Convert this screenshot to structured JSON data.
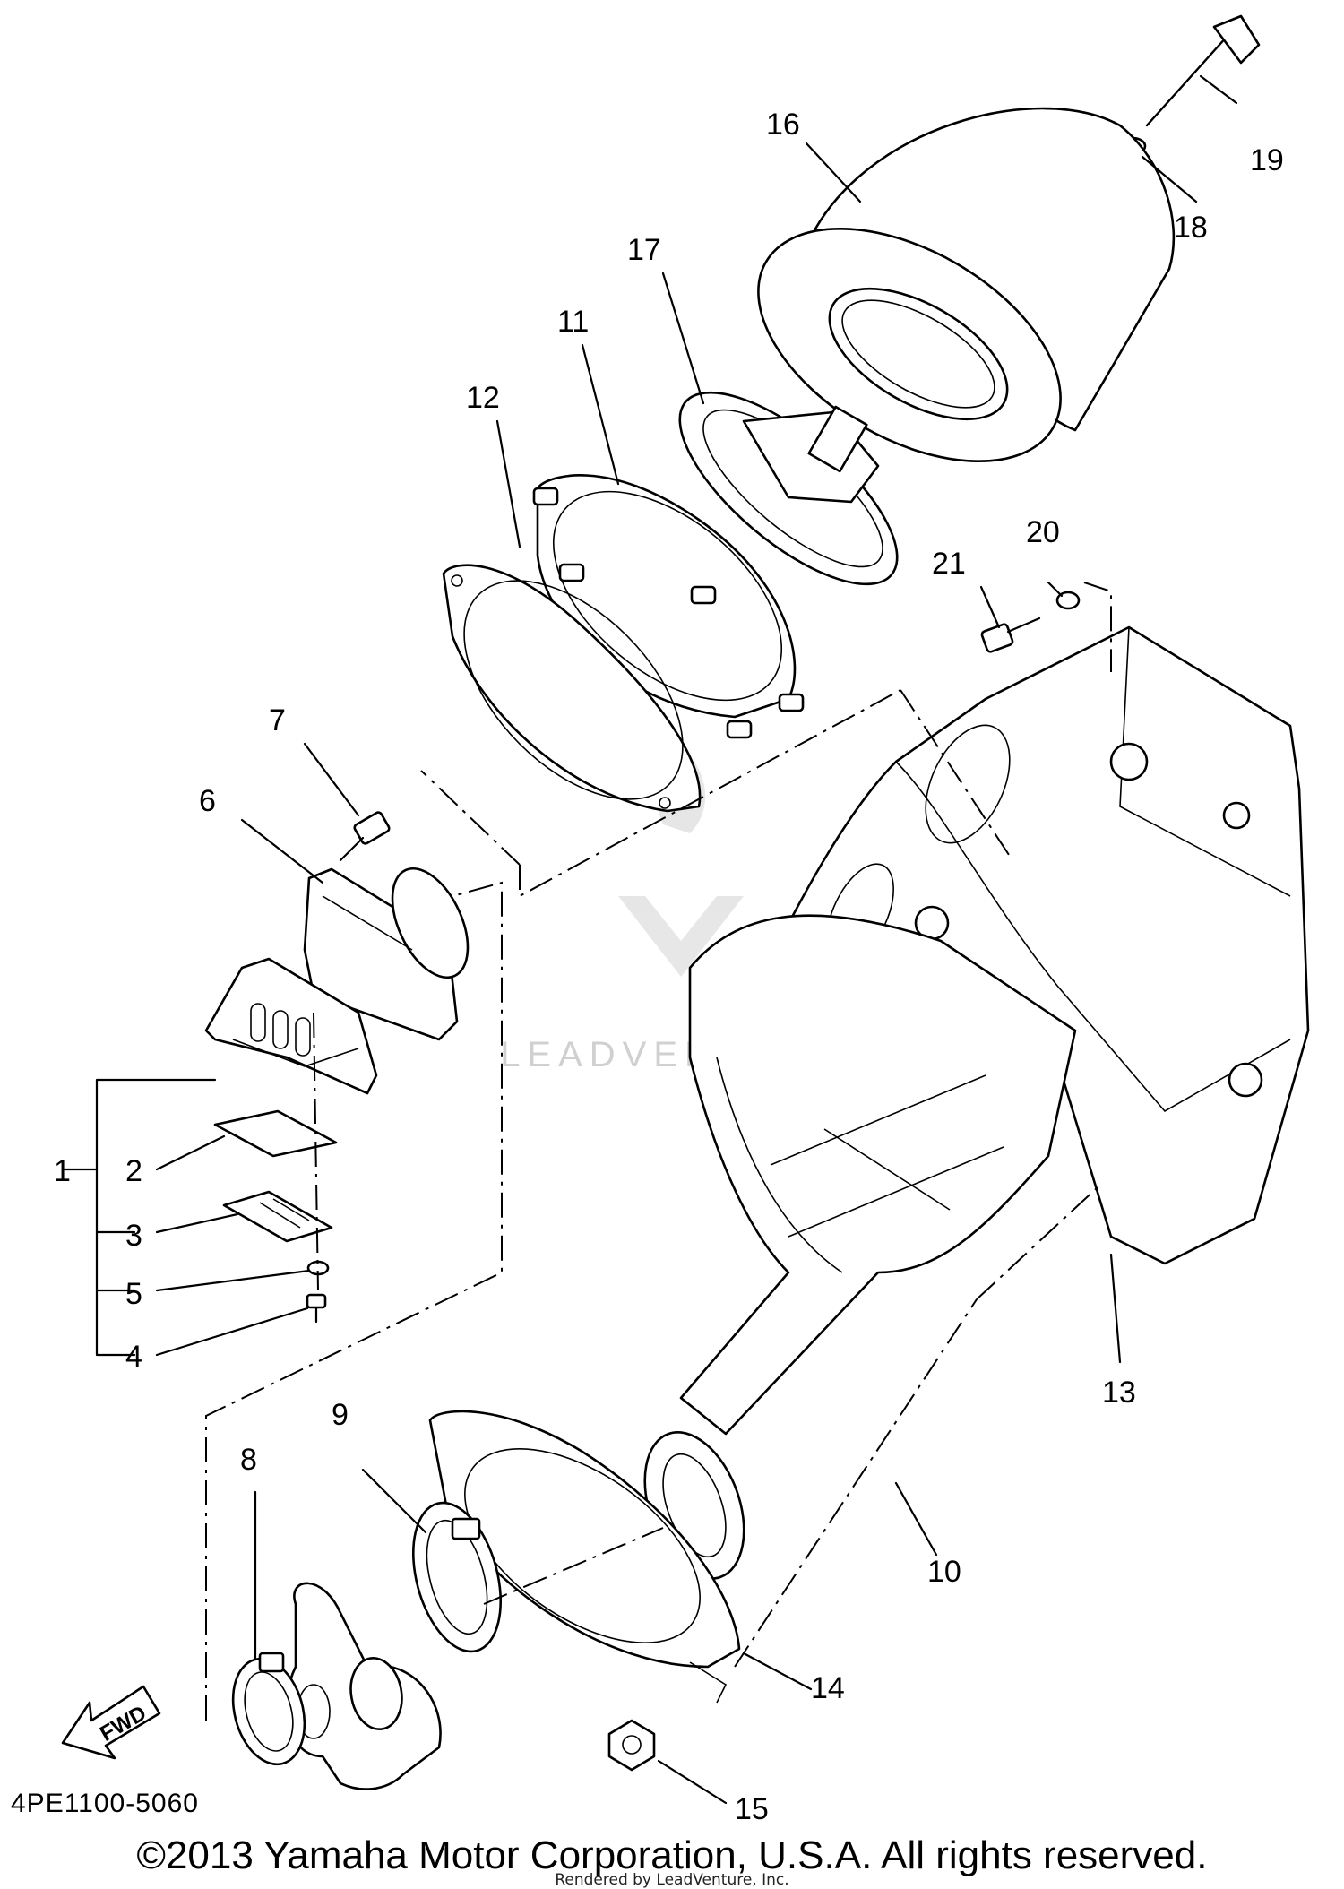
{
  "diagram": {
    "part_numbers": [
      "1",
      "2",
      "3",
      "4",
      "5",
      "6",
      "7",
      "8",
      "9",
      "10",
      "11",
      "12",
      "13",
      "14",
      "15",
      "16",
      "17",
      "18",
      "19",
      "20",
      "21"
    ],
    "diagram_code": "4PE1100-5060",
    "direction_label": "FWD",
    "copyright": "©2013 Yamaha Motor Corporation, U.S.A. All rights reserved.",
    "rendered_by": "Rendered by LeadVenture, Inc.",
    "watermark": "LEADVENTURE"
  }
}
